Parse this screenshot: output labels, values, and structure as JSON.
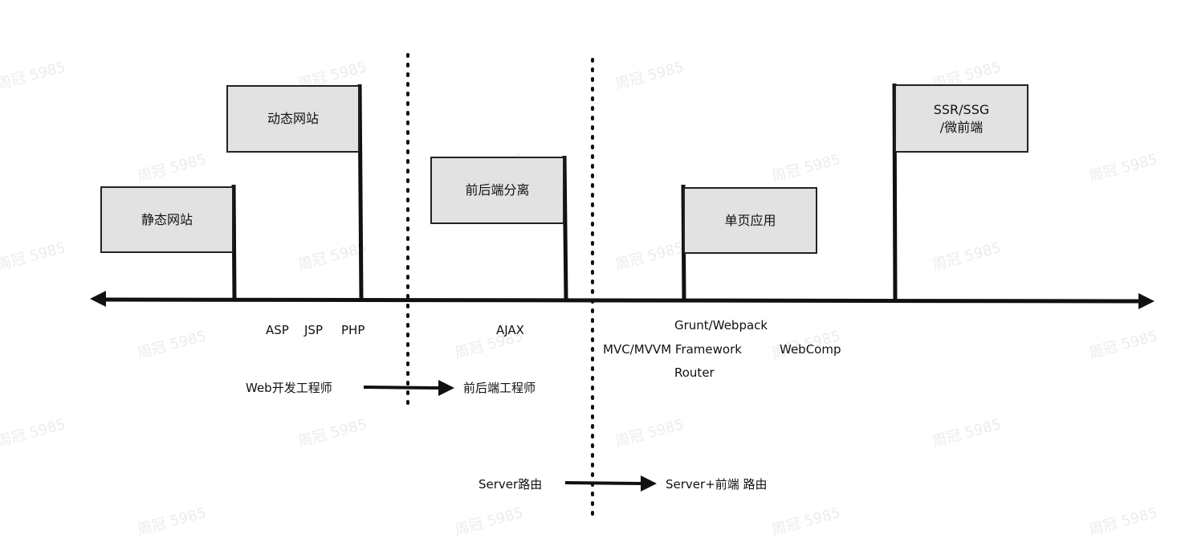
{
  "flags": {
    "static_site": "静态网站",
    "dynamic_site": "动态网站",
    "fe_be_separation": "前后端分离",
    "spa": "单页应用",
    "ssr_line1": "SSR/SSG",
    "ssr_line2": "/微前端"
  },
  "tech": {
    "asp": "ASP",
    "jsp": "JSP",
    "php": "PHP",
    "ajax": "AJAX",
    "grunt_webpack": "Grunt/Webpack",
    "mvc_framework": "MVC/MVVM Framework",
    "webcomp": "WebComp",
    "router": "Router"
  },
  "roles": {
    "web_dev": "Web开发工程师",
    "fe_be_dev": "前后端工程师"
  },
  "routing": {
    "server_routing": "Server路由",
    "server_fe_routing": "Server+前端 路由"
  },
  "watermark": "周冠 5985",
  "colors": {
    "flag_fill": "#e2e2e2",
    "line": "#111111"
  }
}
